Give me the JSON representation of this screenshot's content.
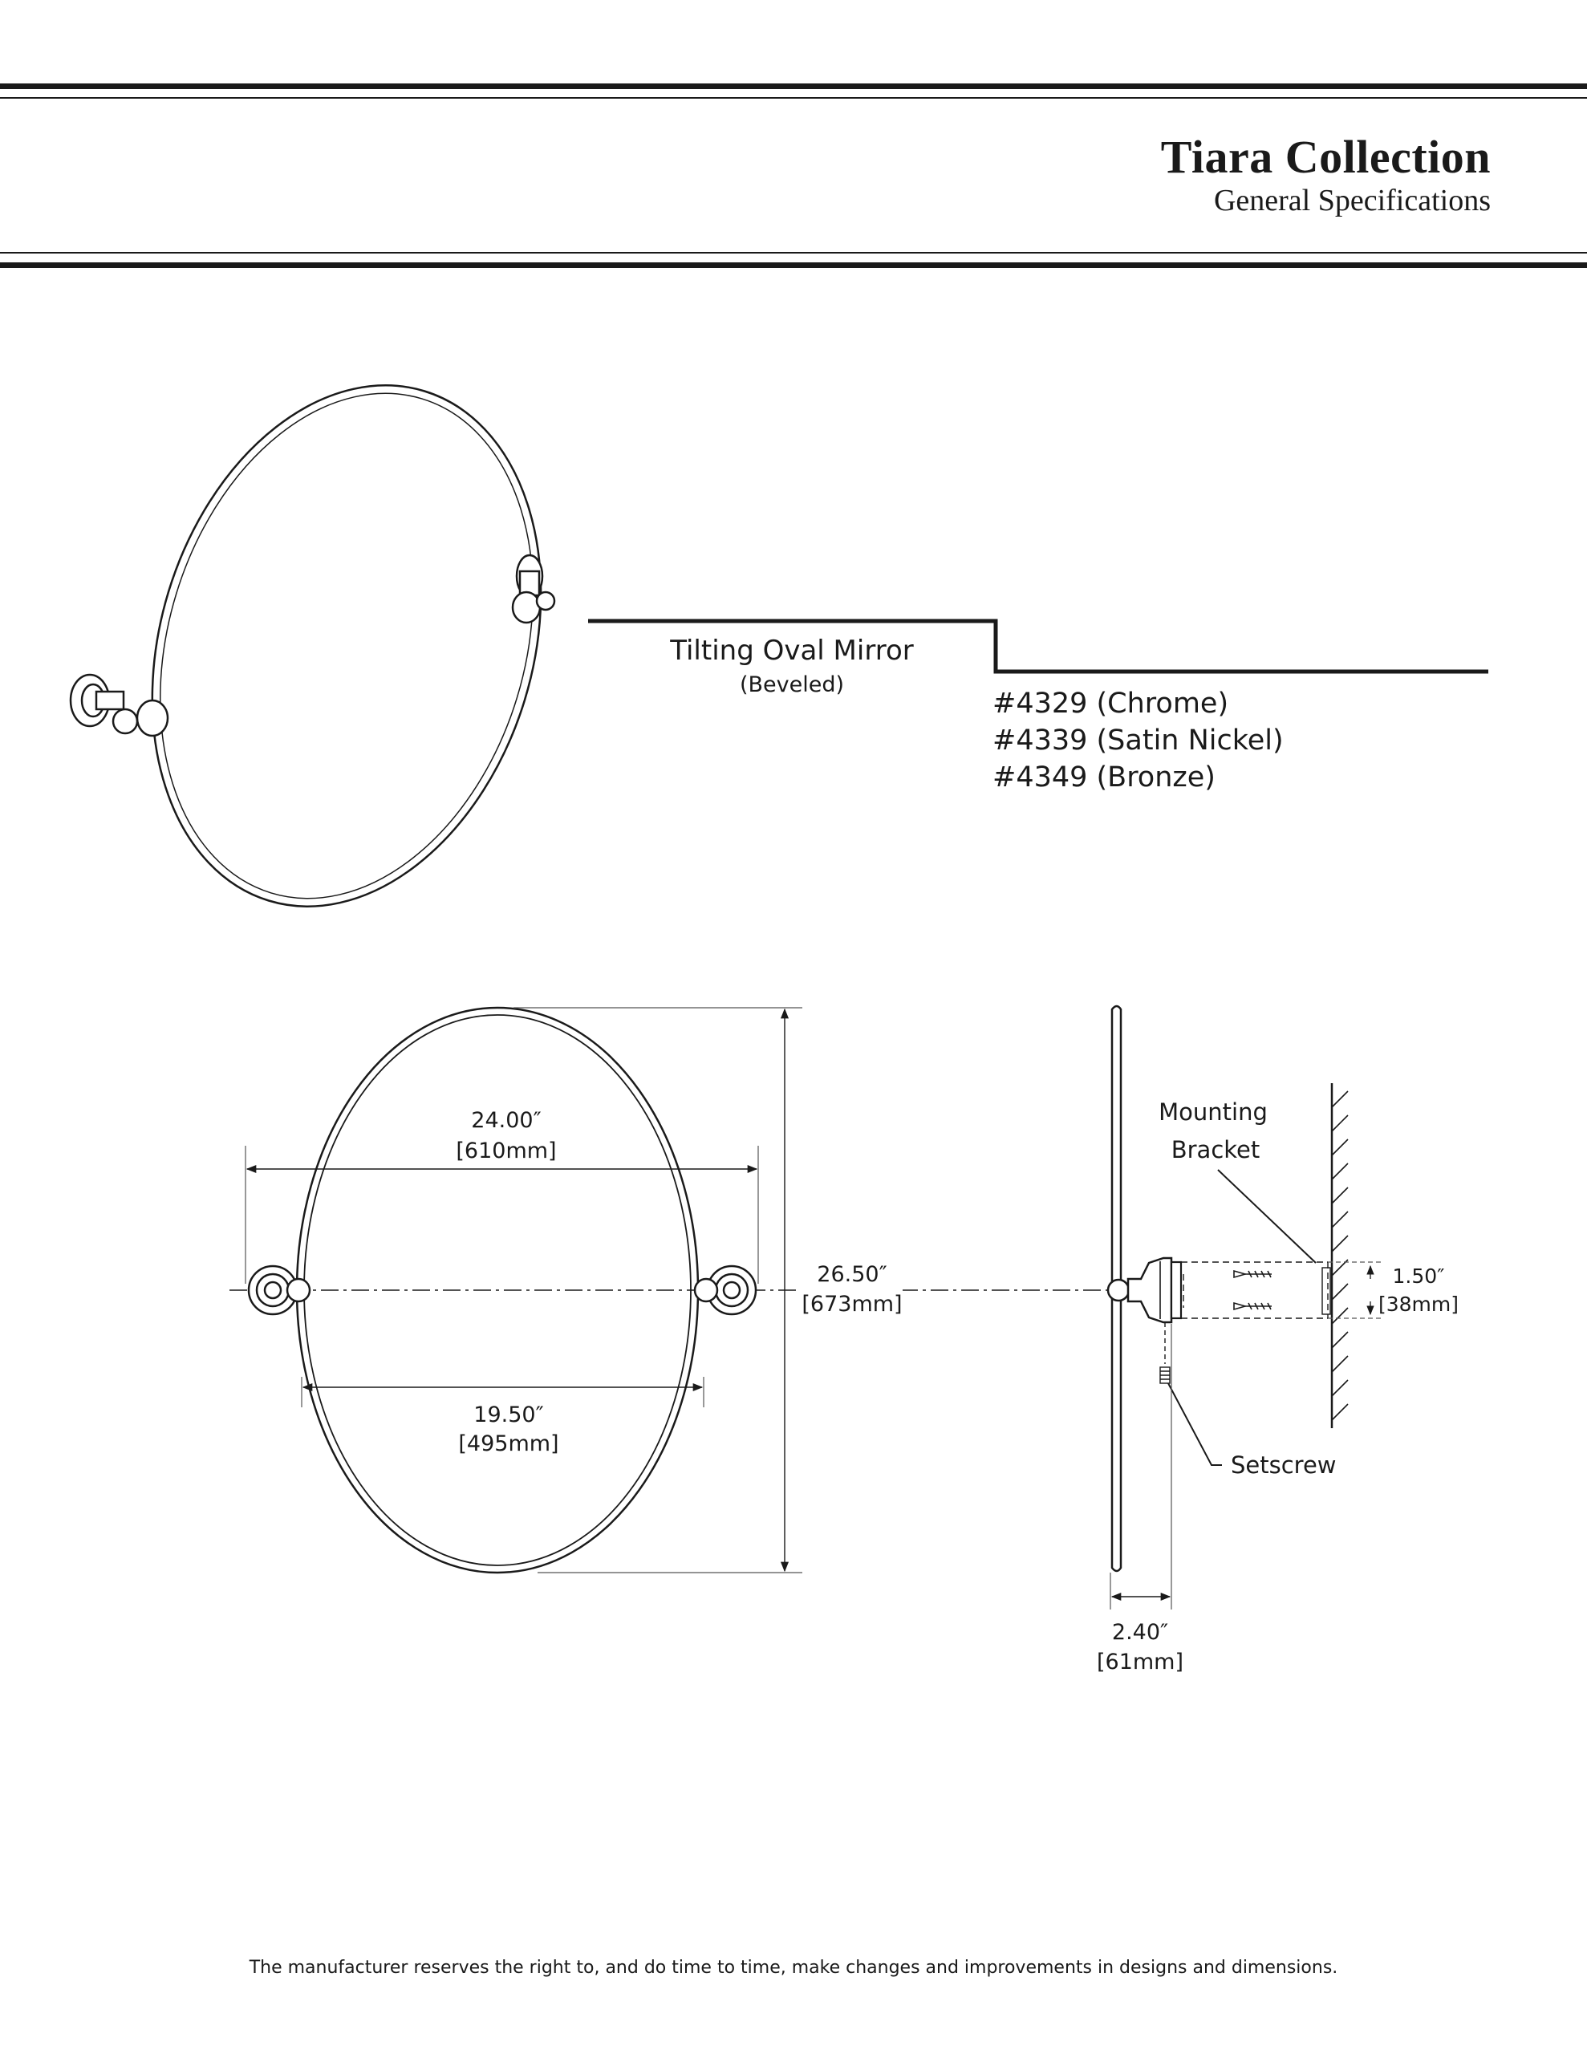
{
  "header": {
    "title": "Tiara Collection",
    "subtitle": "General Specifications"
  },
  "product": {
    "name": "Tilting Oval Mirror",
    "note": "(Beveled)",
    "models": [
      "#4329 (Chrome)",
      "#4339 (Satin Nickel)",
      "#4349 (Bronze)"
    ]
  },
  "dimensions": {
    "overall_width_in": "24.00″",
    "overall_width_mm": "[610mm]",
    "mirror_width_in": "19.50″",
    "mirror_width_mm": "[495mm]",
    "height_in": "26.50″",
    "height_mm": "[673mm]",
    "projection_in": "2.40″",
    "projection_mm": "[61mm]",
    "bracket_in": "1.50″",
    "bracket_mm": "[38mm]"
  },
  "callouts": {
    "mounting_line1": "Mounting",
    "mounting_line2": "Bracket",
    "setscrew": "Setscrew"
  },
  "footer": {
    "disclaimer": "The manufacturer reserves the right to, and do time to time, make changes and improvements in designs and dimensions."
  }
}
